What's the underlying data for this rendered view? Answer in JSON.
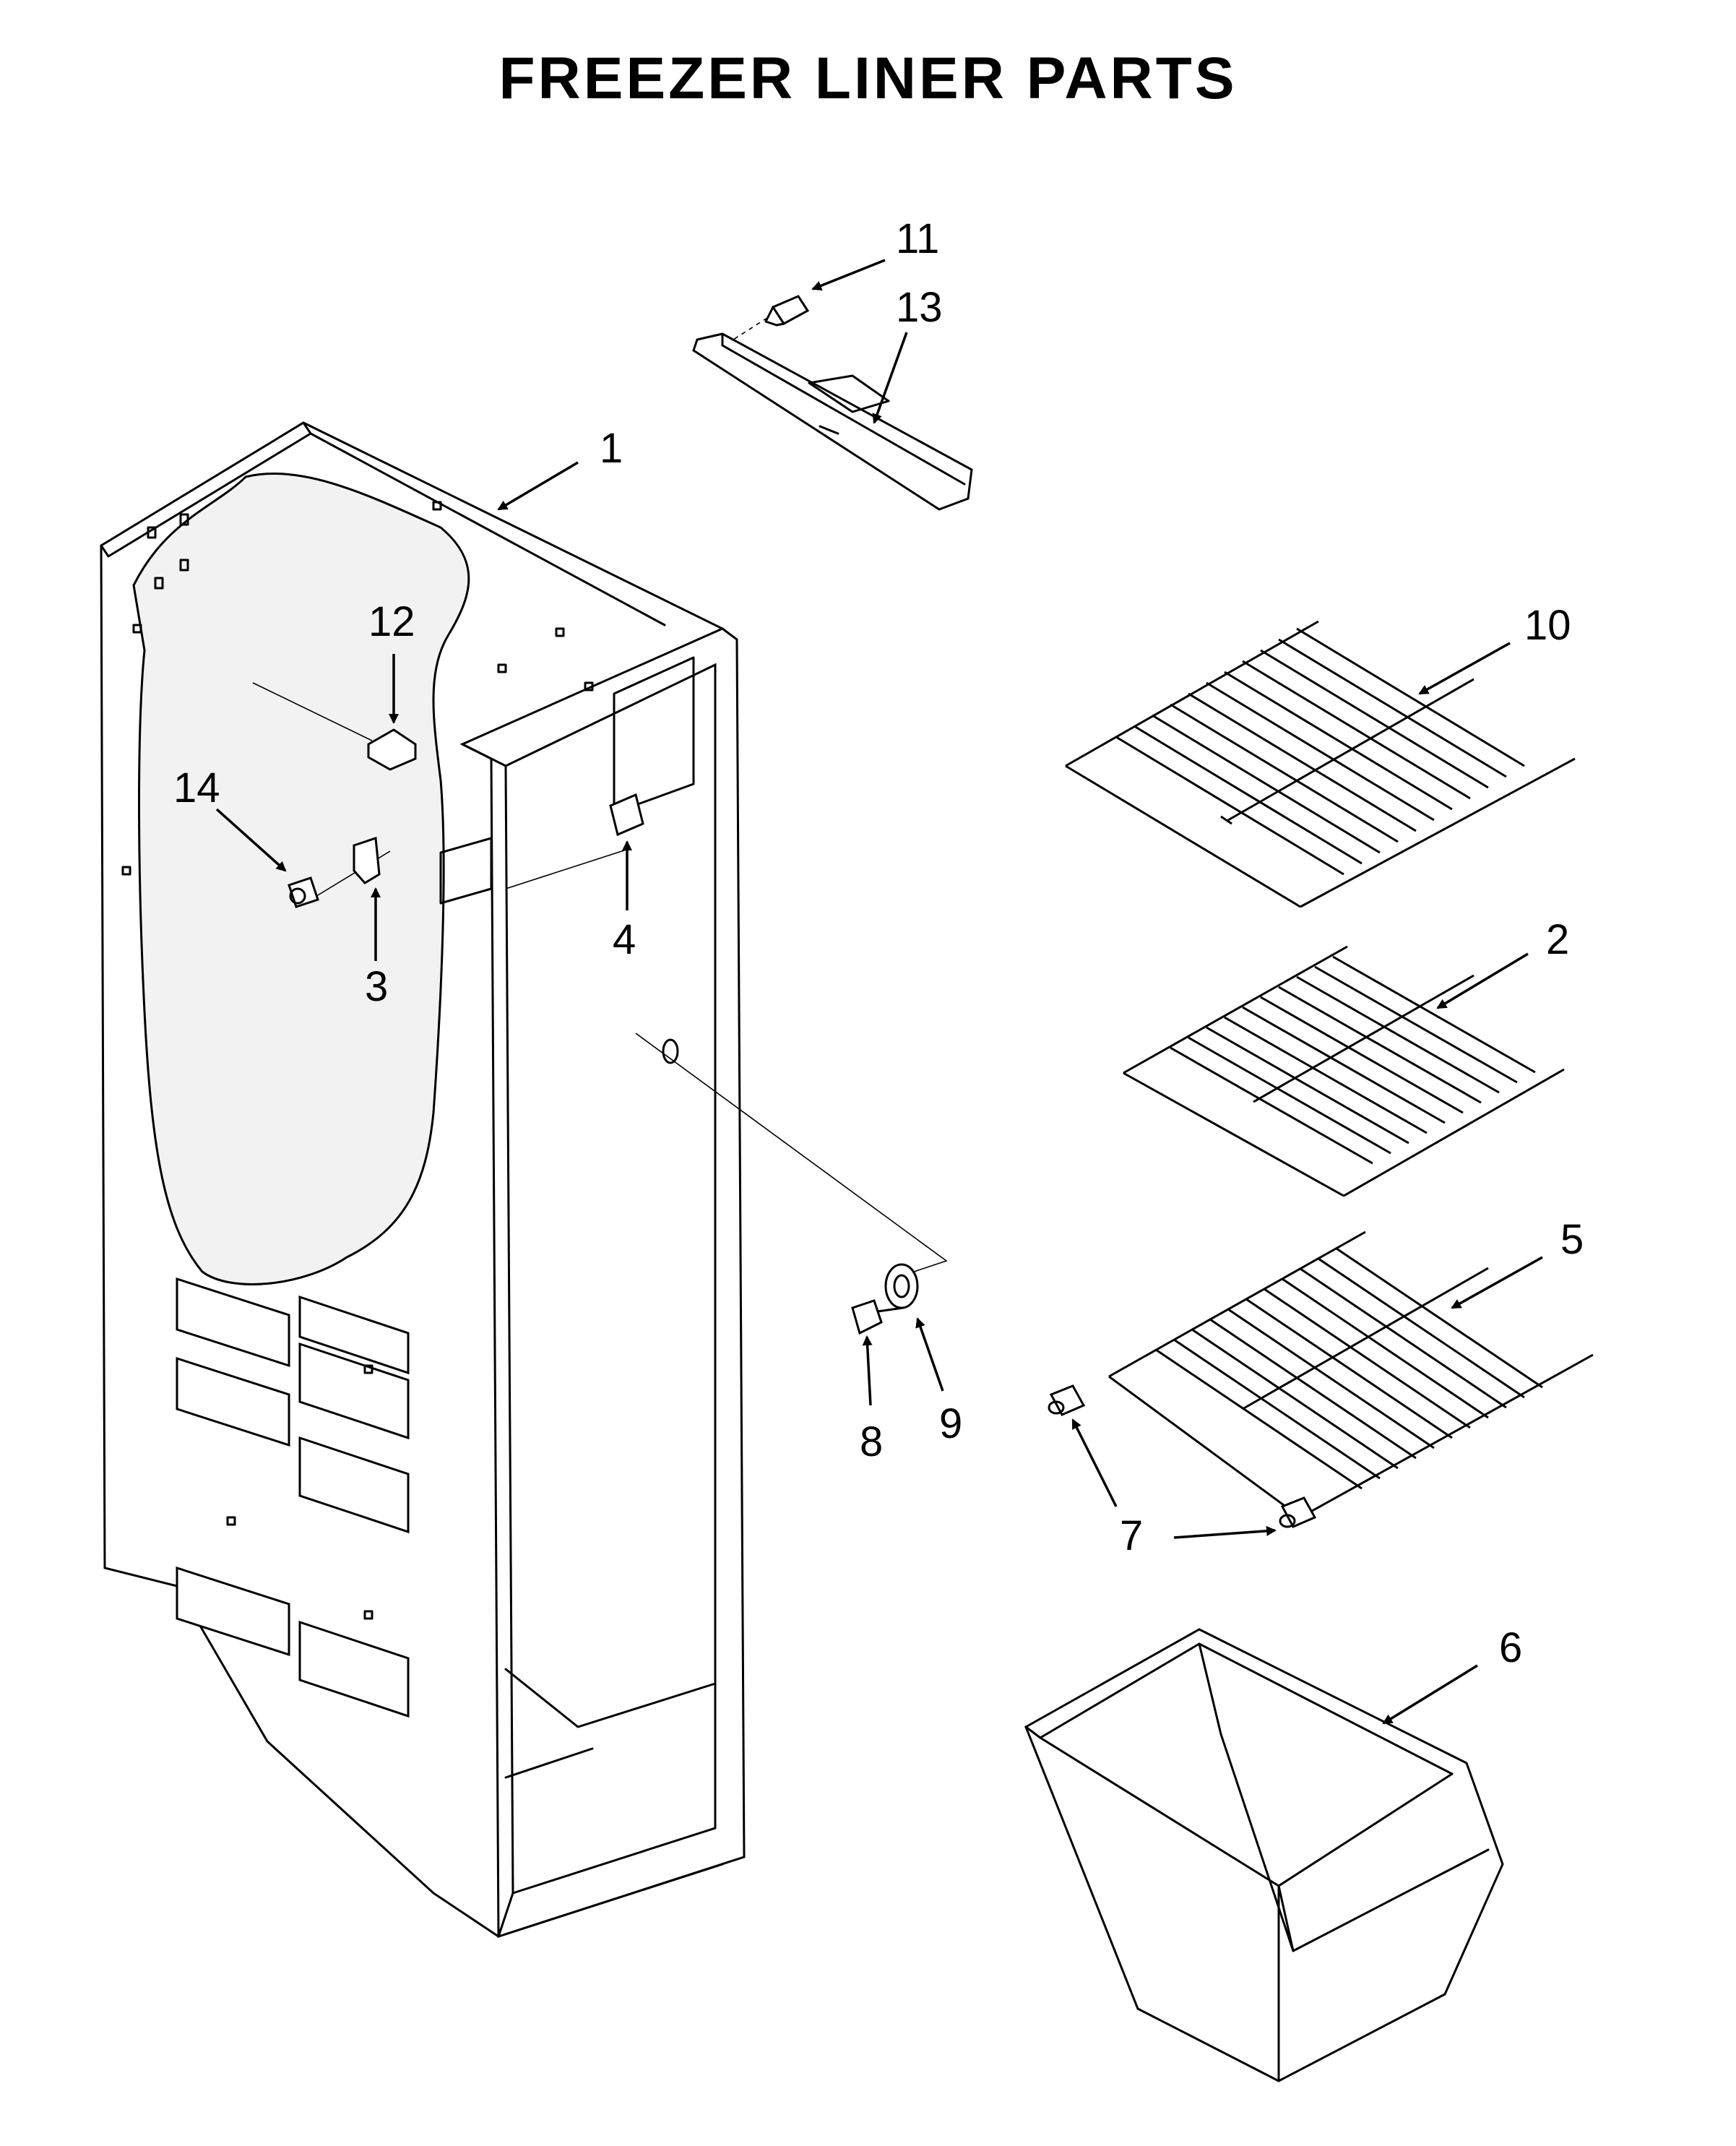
{
  "title": "FREEZER LINER PARTS",
  "callouts": [
    {
      "id": "c1",
      "label": "1"
    },
    {
      "id": "c2",
      "label": "2"
    },
    {
      "id": "c3",
      "label": "3"
    },
    {
      "id": "c4",
      "label": "4"
    },
    {
      "id": "c5",
      "label": "5"
    },
    {
      "id": "c6",
      "label": "6"
    },
    {
      "id": "c7",
      "label": "7"
    },
    {
      "id": "c8",
      "label": "8"
    },
    {
      "id": "c9",
      "label": "9"
    },
    {
      "id": "c10",
      "label": "10"
    },
    {
      "id": "c11",
      "label": "11"
    },
    {
      "id": "c12",
      "label": "12"
    },
    {
      "id": "c13",
      "label": "13"
    },
    {
      "id": "c14",
      "label": "14"
    }
  ]
}
